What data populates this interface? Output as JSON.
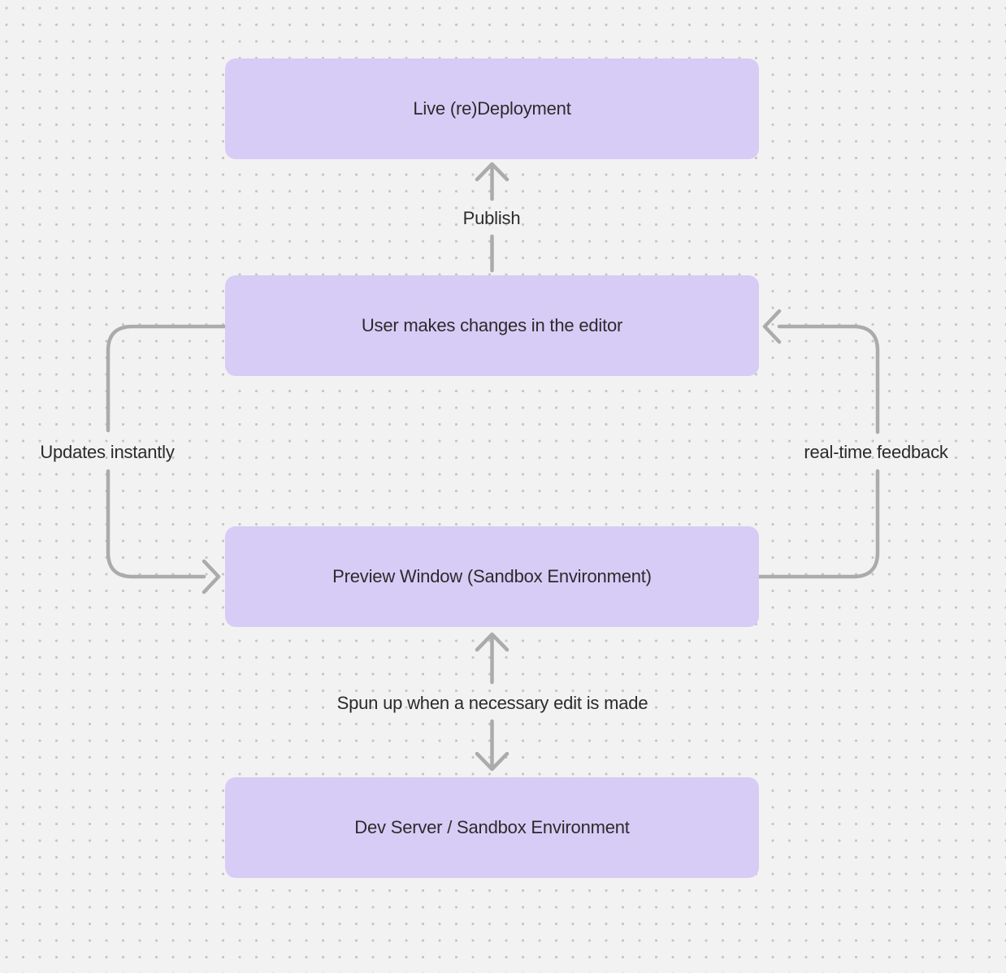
{
  "title": "Editor live-preview deployment flow diagram",
  "colors": {
    "bg": "#f2f2f2",
    "dot": "#c5c5c5",
    "node": "#d7ccf6",
    "arrow": "#ababab",
    "text": "#2b2b2b"
  },
  "nodes": [
    {
      "id": "live-redeployment",
      "label": "Live (re)Deployment"
    },
    {
      "id": "editor-changes",
      "label": "User makes changes in the editor"
    },
    {
      "id": "preview-window",
      "label": "Preview Window (Sandbox Environment)"
    },
    {
      "id": "dev-server",
      "label": "Dev Server / Sandbox Environment"
    }
  ],
  "edges": [
    {
      "id": "publish",
      "label": "Publish",
      "from": "editor-changes",
      "to": "live-redeployment",
      "direction": "up"
    },
    {
      "id": "updates-instantly",
      "label": "Updates instantly",
      "from": "editor-changes",
      "to": "preview-window",
      "direction": "left-loop"
    },
    {
      "id": "real-time-feedback",
      "label": "real-time feedback",
      "from": "preview-window",
      "to": "editor-changes",
      "direction": "right-loop"
    },
    {
      "id": "spun-up",
      "label": "Spun up when a necessary edit is made",
      "from": "dev-server",
      "to": "preview-window",
      "bidirectional": true
    }
  ]
}
